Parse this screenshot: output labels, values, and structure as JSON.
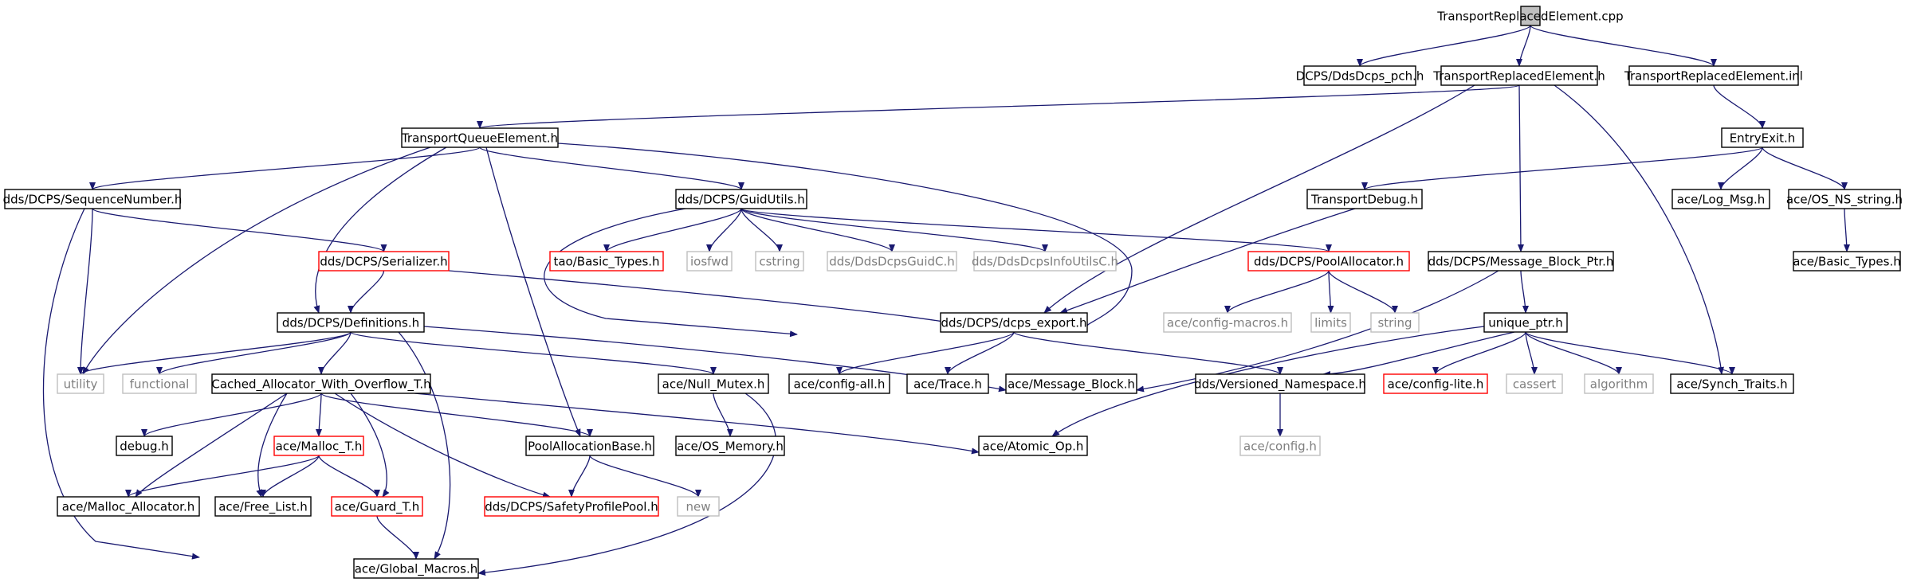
{
  "colors": {
    "edge": "#191970",
    "border_normal": "#000000",
    "border_truncated": "#ff0000",
    "border_external": "#bfbfbf",
    "text_normal": "#000000",
    "text_external": "#7f7f7f",
    "root_fill": "#bfbfbf"
  },
  "nodes": [
    {
      "id": "root",
      "label": "TransportReplacedElement.cpp",
      "kind": "root"
    },
    {
      "id": "pch",
      "label": "DCPS/DdsDcps_pch.h",
      "kind": "normal"
    },
    {
      "id": "treh",
      "label": "TransportReplacedElement.h",
      "kind": "normal"
    },
    {
      "id": "treinl",
      "label": "TransportReplacedElement.inl",
      "kind": "normal"
    },
    {
      "id": "tqe",
      "label": "TransportQueueElement.h",
      "kind": "normal"
    },
    {
      "id": "entryexit",
      "label": "EntryExit.h",
      "kind": "normal"
    },
    {
      "id": "seqnum",
      "label": "dds/DCPS/SequenceNumber.h",
      "kind": "normal"
    },
    {
      "id": "guidutils",
      "label": "dds/DCPS/GuidUtils.h",
      "kind": "normal"
    },
    {
      "id": "tdebug",
      "label": "TransportDebug.h",
      "kind": "normal"
    },
    {
      "id": "logmsg",
      "label": "ace/Log_Msg.h",
      "kind": "normal"
    },
    {
      "id": "osns",
      "label": "ace/OS_NS_string.h",
      "kind": "normal"
    },
    {
      "id": "serializer",
      "label": "dds/DCPS/Serializer.h",
      "kind": "truncated"
    },
    {
      "id": "taobt",
      "label": "tao/Basic_Types.h",
      "kind": "truncated"
    },
    {
      "id": "iosfwd",
      "label": "iosfwd",
      "kind": "external"
    },
    {
      "id": "cstring",
      "label": "cstring",
      "kind": "external"
    },
    {
      "id": "guidc",
      "label": "dds/DdsDcpsGuidC.h",
      "kind": "external"
    },
    {
      "id": "infoc",
      "label": "dds/DdsDcpsInfoUtilsC.h",
      "kind": "external"
    },
    {
      "id": "poolalloc",
      "label": "dds/DCPS/PoolAllocator.h",
      "kind": "truncated"
    },
    {
      "id": "mbptr",
      "label": "dds/DCPS/Message_Block_Ptr.h",
      "kind": "normal"
    },
    {
      "id": "acebt",
      "label": "ace/Basic_Types.h",
      "kind": "normal"
    },
    {
      "id": "defs",
      "label": "dds/DCPS/Definitions.h",
      "kind": "normal"
    },
    {
      "id": "export",
      "label": "dds/DCPS/dcps_export.h",
      "kind": "normal"
    },
    {
      "id": "cfgmacros",
      "label": "ace/config-macros.h",
      "kind": "external"
    },
    {
      "id": "limits",
      "label": "limits",
      "kind": "external"
    },
    {
      "id": "string",
      "label": "string",
      "kind": "external"
    },
    {
      "id": "uniqueptr",
      "label": "unique_ptr.h",
      "kind": "normal"
    },
    {
      "id": "utility",
      "label": "utility",
      "kind": "external"
    },
    {
      "id": "functional",
      "label": "functional",
      "kind": "external"
    },
    {
      "id": "cawo",
      "label": "Cached_Allocator_With_Overflow_T.h",
      "kind": "normal"
    },
    {
      "id": "nullmutex",
      "label": "ace/Null_Mutex.h",
      "kind": "normal"
    },
    {
      "id": "cfgall",
      "label": "ace/config-all.h",
      "kind": "normal"
    },
    {
      "id": "trace",
      "label": "ace/Trace.h",
      "kind": "normal"
    },
    {
      "id": "msgblock",
      "label": "ace/Message_Block.h",
      "kind": "normal"
    },
    {
      "id": "versioned",
      "label": "dds/Versioned_Namespace.h",
      "kind": "normal"
    },
    {
      "id": "cfglite",
      "label": "ace/config-lite.h",
      "kind": "truncated"
    },
    {
      "id": "cassert",
      "label": "cassert",
      "kind": "external"
    },
    {
      "id": "algorithm",
      "label": "algorithm",
      "kind": "external"
    },
    {
      "id": "synch",
      "label": "ace/Synch_Traits.h",
      "kind": "normal"
    },
    {
      "id": "debug",
      "label": "debug.h",
      "kind": "normal"
    },
    {
      "id": "malloct",
      "label": "ace/Malloc_T.h",
      "kind": "truncated"
    },
    {
      "id": "poolbase",
      "label": "PoolAllocationBase.h",
      "kind": "normal"
    },
    {
      "id": "osmem",
      "label": "ace/OS_Memory.h",
      "kind": "normal"
    },
    {
      "id": "atomic",
      "label": "ace/Atomic_Op.h",
      "kind": "normal"
    },
    {
      "id": "aceconfig",
      "label": "ace/config.h",
      "kind": "external"
    },
    {
      "id": "mallocalloc",
      "label": "ace/Malloc_Allocator.h",
      "kind": "normal"
    },
    {
      "id": "freelist",
      "label": "ace/Free_List.h",
      "kind": "normal"
    },
    {
      "id": "guard",
      "label": "ace/Guard_T.h",
      "kind": "truncated"
    },
    {
      "id": "safetypool",
      "label": "dds/DCPS/SafetyProfilePool.h",
      "kind": "truncated"
    },
    {
      "id": "new",
      "label": "new",
      "kind": "external"
    },
    {
      "id": "globalmacros",
      "label": "ace/Global_Macros.h",
      "kind": "normal"
    }
  ],
  "edges": [
    [
      "root",
      "pch"
    ],
    [
      "root",
      "treh"
    ],
    [
      "root",
      "treinl"
    ],
    [
      "treh",
      "tqe"
    ],
    [
      "treh",
      "export"
    ],
    [
      "treh",
      "mbptr"
    ],
    [
      "treh",
      "synch"
    ],
    [
      "treinl",
      "entryexit"
    ],
    [
      "tqe",
      "seqnum"
    ],
    [
      "tqe",
      "guidutils"
    ],
    [
      "tqe",
      "defs"
    ],
    [
      "tqe",
      "utility"
    ],
    [
      "tqe",
      "poolbase"
    ],
    [
      "tqe",
      "export"
    ],
    [
      "entryexit",
      "tdebug"
    ],
    [
      "entryexit",
      "logmsg"
    ],
    [
      "entryexit",
      "osns"
    ],
    [
      "osns",
      "acebt"
    ],
    [
      "seqnum",
      "serializer"
    ],
    [
      "seqnum",
      "utility"
    ],
    [
      "seqnum",
      "globalmacros"
    ],
    [
      "guidutils",
      "taobt"
    ],
    [
      "guidutils",
      "iosfwd"
    ],
    [
      "guidutils",
      "cstring"
    ],
    [
      "guidutils",
      "guidc"
    ],
    [
      "guidutils",
      "infoc"
    ],
    [
      "guidutils",
      "poolalloc"
    ],
    [
      "guidutils",
      "export"
    ],
    [
      "tdebug",
      "export"
    ],
    [
      "serializer",
      "defs"
    ],
    [
      "serializer",
      "export"
    ],
    [
      "poolalloc",
      "cfgmacros"
    ],
    [
      "poolalloc",
      "limits"
    ],
    [
      "poolalloc",
      "string"
    ],
    [
      "mbptr",
      "uniqueptr"
    ],
    [
      "mbptr",
      "msgblock"
    ],
    [
      "defs",
      "utility"
    ],
    [
      "defs",
      "functional"
    ],
    [
      "defs",
      "cawo"
    ],
    [
      "defs",
      "nullmutex"
    ],
    [
      "defs",
      "msgblock"
    ],
    [
      "defs",
      "globalmacros"
    ],
    [
      "export",
      "cfgall"
    ],
    [
      "export",
      "trace"
    ],
    [
      "export",
      "versioned"
    ],
    [
      "uniqueptr",
      "cfglite"
    ],
    [
      "uniqueptr",
      "cassert"
    ],
    [
      "uniqueptr",
      "algorithm"
    ],
    [
      "uniqueptr",
      "synch"
    ],
    [
      "uniqueptr",
      "versioned"
    ],
    [
      "uniqueptr",
      "atomic"
    ],
    [
      "cawo",
      "debug"
    ],
    [
      "cawo",
      "malloct"
    ],
    [
      "cawo",
      "mallocalloc"
    ],
    [
      "cawo",
      "freelist"
    ],
    [
      "cawo",
      "guard"
    ],
    [
      "cawo",
      "poolbase"
    ],
    [
      "cawo",
      "safetypool"
    ],
    [
      "cawo",
      "atomic"
    ],
    [
      "nullmutex",
      "osmem"
    ],
    [
      "nullmutex",
      "globalmacros"
    ],
    [
      "versioned",
      "aceconfig"
    ],
    [
      "malloct",
      "mallocalloc"
    ],
    [
      "malloct",
      "freelist"
    ],
    [
      "malloct",
      "guard"
    ],
    [
      "poolbase",
      "safetypool"
    ],
    [
      "poolbase",
      "new"
    ],
    [
      "guard",
      "globalmacros"
    ]
  ]
}
